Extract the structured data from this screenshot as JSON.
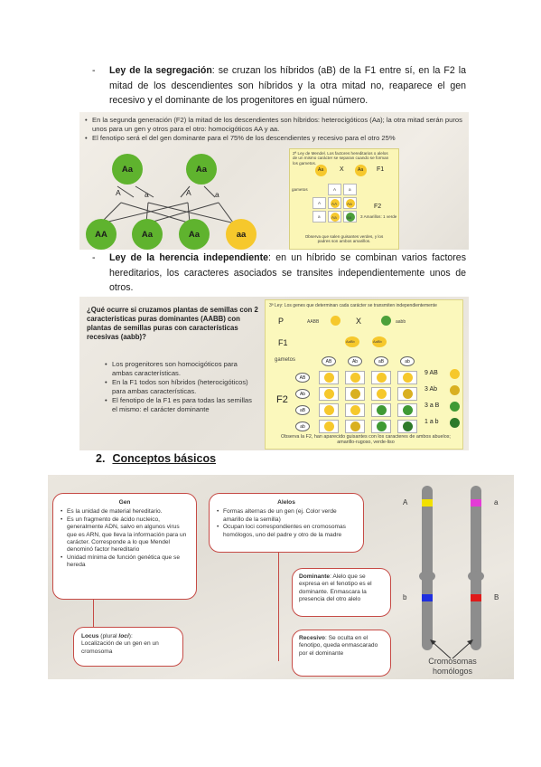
{
  "paragraphs": [
    {
      "dash": "-",
      "term": "Ley de la segregación",
      "text": ": se cruzan los híbridos (aB) de la F1 entre sí, en la F2 la mitad de los descendientes son híbridos y la otra mitad no, reaparece el gen recesivo y el dominante de los progenitores en igual número."
    },
    {
      "dash": "-",
      "term": "Ley de la herencia independiente",
      "text": ": en un híbrido se combinan varios factores hereditarios, los caracteres asociados se transites independientemente unos de otros."
    }
  ],
  "section": {
    "number": "2.",
    "title": "Conceptos básicos"
  },
  "slide1": {
    "bullets": [
      "En la segunda generación (F2) la mitad de los descendientes son híbridos: heterocigóticos (Aa); la otra mitad serán puros unos para un gen y otros para el otro: homocigóticos AA y aa.",
      "El fenotipo será el del gen dominante para el 75% de los descendientes y recesivo para el otro 25%"
    ],
    "parents": [
      "Aa",
      "Aa"
    ],
    "gametes": [
      "A",
      "a",
      "A",
      "a"
    ],
    "offspring": [
      "AA",
      "Aa",
      "Aa",
      "aa"
    ],
    "mini": {
      "caption": "2ª Ley de Mendel. Los factores hereditarios o alelos de un mismo carácter se separan cuando se forman los gametos.",
      "cross": [
        "Aa",
        "X",
        "Aa"
      ],
      "f1": "F1",
      "gametos": "gametos",
      "f2": "F2",
      "gametes": [
        "A",
        "a"
      ],
      "grid": [
        [
          "AA",
          "Aa"
        ],
        [
          "Aa",
          "aa"
        ]
      ],
      "ratio": "3 Amarillos: 1 verde",
      "footer": "Observa que salen guisantes verdes, y los padres son ambos amarillos."
    },
    "colors": {
      "dominant": "#5fb32e",
      "recessive": "#f6c82c"
    }
  },
  "slide2": {
    "question": "¿Qué ocurre si cruzamos plantas de semillas con 2 características puras dominantes (AABB) con plantas de semillas puras con características recesivas (aabb)?",
    "bullets": [
      "Los progenitores son homocigóticos para ambas características.",
      "En la F1 todos son híbridos (heterocigóticos) para ambas características.",
      "El fenotipo de la F1 es para todas las semillas el mismo: el carácter dominante"
    ],
    "panel": {
      "caption": "3ª Ley: Los genes que determinan cada carácter se transmiten independientemente",
      "p": "P",
      "parent1": "AABB",
      "x": "X",
      "parent2": "aabb",
      "f1": "F1",
      "f1_labels": [
        "AaBb",
        "AaBb"
      ],
      "gametos": "gametos",
      "f2": "F2",
      "gametes": [
        "AB",
        "Ab",
        "aB",
        "ab"
      ],
      "ratios": [
        "9 AB",
        "3 Ab",
        "3 a B",
        "1 a b"
      ],
      "footer": "Observa la F2, han aparecido guisantes con los caracteres de ambos abuelos; amarillo-rugoso, verde-liso"
    }
  },
  "slide3": {
    "gen": {
      "title": "Gen",
      "bullets": [
        "Es la unidad de material hereditario.",
        "Es un fragmento de ácido nucleico, generalmente ADN, salvo en algunos virus que es ARN, que lleva la información para un carácter. Corresponde a lo que Mendel denominó factor hereditario",
        "Unidad mínima de función genética que se hereda"
      ]
    },
    "alelos": {
      "title": "Alelos",
      "bullets": [
        "Formas alternas de un gen (ej. Color verde amarillo de la semilla)",
        "Ocupan loci correspondientes en cromosomas homólogos, uno del padre y otro de la madre"
      ]
    },
    "locus": {
      "term": "Locus",
      "paren": " (plural ",
      "plural": "loci",
      "close": "):",
      "text": "Localización de un gen en un cromosoma"
    },
    "dominante": {
      "term": "Dominante",
      "text": ": Alelo que se expresa en el fenotipo es el dominante. Enmascara la presencia del otro alelo"
    },
    "recesivo": {
      "term": "Recesivo",
      "text": ": Se oculta en el fenotipo, queda enmascarado por el dominante"
    },
    "chromosome_labels": [
      "A",
      "a",
      "b",
      "B"
    ],
    "homologos": [
      "Cromosomas",
      "homólogos"
    ],
    "band_colors": {
      "A": "#f2e100",
      "a": "#e43bd6",
      "b": "#1f2fe0",
      "B": "#e01a1a"
    }
  }
}
